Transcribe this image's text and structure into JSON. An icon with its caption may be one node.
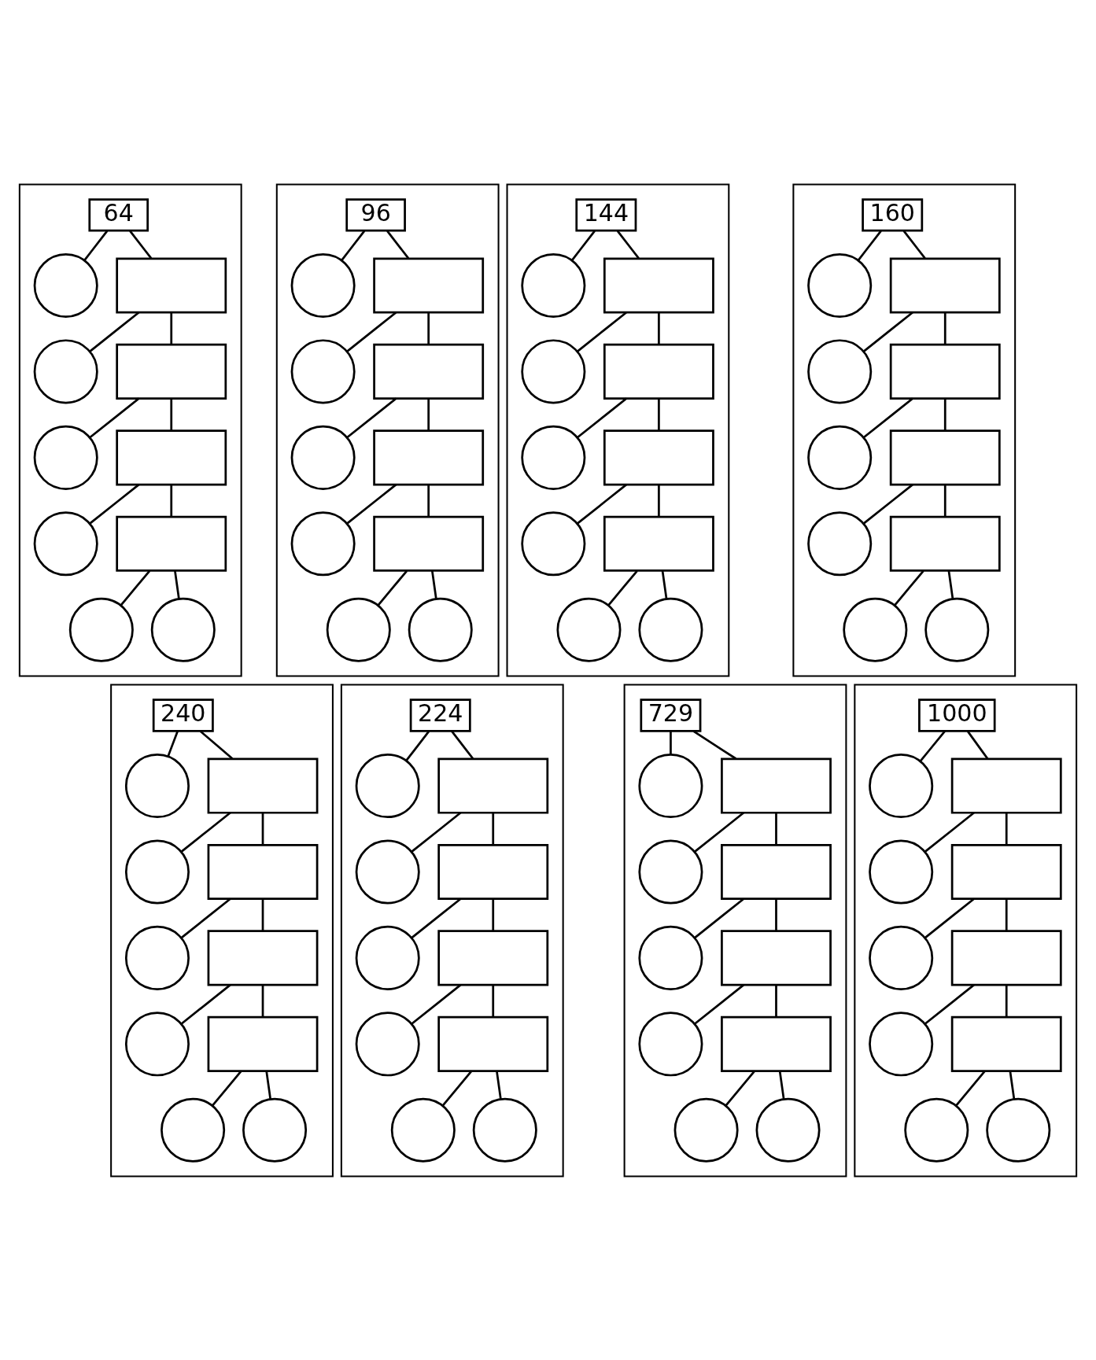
{
  "diagram": {
    "nodes": [
      {
        "text": [],
        "shape": "box"
      },
      {
        "text": [
          "64"
        ],
        "in": 0
      },
      {
        "text": [],
        "shape": "circle",
        "in": 0
      },
      {
        "text": [],
        "shape": "box",
        "in": 0
      },
      {
        "text": [],
        "shape": "circle",
        "in": 0
      },
      {
        "text": [],
        "shape": "box",
        "in": 0
      },
      {
        "text": [],
        "shape": "circle",
        "in": 0
      },
      {
        "text": [],
        "shape": "box",
        "in": 0
      },
      {
        "text": [],
        "shape": "circle",
        "in": 0
      },
      {
        "text": [],
        "shape": "box",
        "in": 0
      },
      {
        "text": [],
        "shape": "circle",
        "in": 0
      },
      {
        "text": [],
        "shape": "circle",
        "in": 0
      },
      {
        "text": [],
        "shape": "box"
      },
      {
        "text": [
          "96"
        ],
        "in": 12
      },
      {
        "text": [],
        "shape": "circle",
        "in": 12
      },
      {
        "text": [],
        "shape": "box",
        "in": 12
      },
      {
        "text": [],
        "shape": "circle",
        "in": 12
      },
      {
        "text": [],
        "shape": "box",
        "in": 12
      },
      {
        "text": [],
        "shape": "circle",
        "in": 12
      },
      {
        "text": [],
        "shape": "box",
        "in": 12
      },
      {
        "text": [],
        "shape": "circle",
        "in": 12
      },
      {
        "text": [],
        "shape": "box",
        "in": 12
      },
      {
        "text": [],
        "shape": "circle",
        "in": 12
      },
      {
        "text": [],
        "shape": "circle",
        "in": 12
      },
      {
        "text": [],
        "shape": "box"
      },
      {
        "text": [
          "144"
        ],
        "in": 24
      },
      {
        "text": [],
        "shape": "circle",
        "in": 24
      },
      {
        "text": [],
        "shape": "box",
        "in": 24
      },
      {
        "text": [],
        "shape": "circle",
        "in": 24
      },
      {
        "text": [],
        "shape": "box",
        "in": 24
      },
      {
        "text": [],
        "shape": "circle",
        "in": 24
      },
      {
        "text": [],
        "shape": "box",
        "in": 24
      },
      {
        "text": [],
        "shape": "circle",
        "in": 24
      },
      {
        "text": [],
        "shape": "box",
        "in": 24
      },
      {
        "text": [],
        "shape": "circle",
        "in": 24
      },
      {
        "text": [],
        "shape": "circle",
        "in": 24
      },
      {
        "text": [],
        "shape": "box"
      },
      {
        "text": [
          "160"
        ],
        "in": 36
      },
      {
        "text": [],
        "shape": "circle",
        "in": 36
      },
      {
        "text": [],
        "shape": "box",
        "in": 36
      },
      {
        "text": [],
        "shape": "circle",
        "in": 36
      },
      {
        "text": [],
        "shape": "box",
        "in": 36
      },
      {
        "text": [],
        "shape": "circle",
        "in": 36
      },
      {
        "text": [],
        "shape": "box",
        "in": 36
      },
      {
        "text": [],
        "shape": "circle",
        "in": 36
      },
      {
        "text": [],
        "shape": "box",
        "in": 36
      },
      {
        "text": [],
        "shape": "circle",
        "in": 36
      },
      {
        "text": [],
        "shape": "circle",
        "in": 36
      },
      {
        "text": [],
        "shape": "box"
      },
      {
        "text": [
          "240"
        ],
        "in": 48
      },
      {
        "text": [],
        "shape": "circle",
        "in": 48
      },
      {
        "text": [],
        "shape": "box",
        "in": 48
      },
      {
        "text": [],
        "shape": "circle",
        "in": 48
      },
      {
        "text": [],
        "shape": "box",
        "in": 48
      },
      {
        "text": [],
        "shape": "circle",
        "in": 48
      },
      {
        "text": [],
        "shape": "box",
        "in": 48
      },
      {
        "text": [],
        "shape": "circle",
        "in": 48
      },
      {
        "text": [],
        "shape": "box",
        "in": 48
      },
      {
        "text": [],
        "shape": "circle",
        "in": 48
      },
      {
        "text": [],
        "shape": "circle",
        "in": 48
      },
      {
        "text": [],
        "shape": "box"
      },
      {
        "text": [
          "224"
        ],
        "in": 60
      },
      {
        "text": [],
        "shape": "circle",
        "in": 60
      },
      {
        "text": [],
        "shape": "box",
        "in": 60
      },
      {
        "text": [],
        "shape": "circle",
        "in": 60
      },
      {
        "text": [],
        "shape": "box",
        "in": 60
      },
      {
        "text": [],
        "shape": "circle",
        "in": 60
      },
      {
        "text": [],
        "shape": "box",
        "in": 60
      },
      {
        "text": [],
        "shape": "circle",
        "in": 60
      },
      {
        "text": [],
        "shape": "box",
        "in": 60
      },
      {
        "text": [],
        "shape": "circle",
        "in": 60
      },
      {
        "text": [],
        "shape": "circle",
        "in": 60
      },
      {
        "text": [],
        "shape": "box"
      },
      {
        "text": [
          "729"
        ],
        "in": 72
      },
      {
        "text": [],
        "shape": "circle",
        "in": 72
      },
      {
        "text": [],
        "shape": "box",
        "in": 72
      },
      {
        "text": [],
        "shape": "circle",
        "in": 72
      },
      {
        "text": [],
        "shape": "box",
        "in": 72
      },
      {
        "text": [],
        "shape": "circle",
        "in": 72
      },
      {
        "text": [],
        "shape": "box",
        "in": 72
      },
      {
        "text": [],
        "shape": "circle",
        "in": 72
      },
      {
        "text": [],
        "shape": "box",
        "in": 72
      },
      {
        "text": [],
        "shape": "circle",
        "in": 72
      },
      {
        "text": [],
        "shape": "circle",
        "in": 72
      },
      {
        "text": [],
        "shape": "box"
      },
      {
        "text": [
          "1000"
        ],
        "in": 84
      },
      {
        "text": [],
        "shape": "circle",
        "in": 84
      },
      {
        "text": [],
        "shape": "box",
        "in": 84
      },
      {
        "text": [],
        "shape": "circle",
        "in": 84
      },
      {
        "text": [],
        "shape": "box",
        "in": 84
      },
      {
        "text": [],
        "shape": "circle",
        "in": 84
      },
      {
        "text": [],
        "shape": "box",
        "in": 84
      },
      {
        "text": [],
        "shape": "circle",
        "in": 84
      },
      {
        "text": [],
        "shape": "box",
        "in": 84
      },
      {
        "text": [],
        "shape": "circle",
        "in": 84
      },
      {
        "text": [],
        "shape": "circle",
        "in": 84
      }
    ],
    "edges": [
      {
        "from": 1,
        "to": 2,
        "arrow": "none"
      },
      {
        "from": 1,
        "to": 3,
        "arrow": "none"
      },
      {
        "from": 3,
        "to": 4,
        "arrow": "none"
      },
      {
        "from": 3,
        "to": 5,
        "arrow": "none"
      },
      {
        "from": 5,
        "to": 6,
        "arrow": "none"
      },
      {
        "from": 5,
        "to": 7,
        "arrow": "none"
      },
      {
        "from": 7,
        "to": 8,
        "arrow": "none"
      },
      {
        "from": 7,
        "to": 9,
        "arrow": "none"
      },
      {
        "from": 9,
        "to": 10,
        "arrow": "none"
      },
      {
        "from": 9,
        "to": 11,
        "arrow": "none"
      },
      {
        "from": 13,
        "to": 14,
        "arrow": "none"
      },
      {
        "from": 13,
        "to": 15,
        "arrow": "none"
      },
      {
        "from": 15,
        "to": 16,
        "arrow": "none"
      },
      {
        "from": 15,
        "to": 17,
        "arrow": "none"
      },
      {
        "from": 17,
        "to": 18,
        "arrow": "none"
      },
      {
        "from": 17,
        "to": 19,
        "arrow": "none"
      },
      {
        "from": 19,
        "to": 20,
        "arrow": "none"
      },
      {
        "from": 19,
        "to": 21,
        "arrow": "none"
      },
      {
        "from": 21,
        "to": 22,
        "arrow": "none"
      },
      {
        "from": 21,
        "to": 23,
        "arrow": "none"
      },
      {
        "from": 25,
        "to": 26,
        "arrow": "none"
      },
      {
        "from": 25,
        "to": 27,
        "arrow": "none"
      },
      {
        "from": 27,
        "to": 28,
        "arrow": "none"
      },
      {
        "from": 27,
        "to": 29,
        "arrow": "none"
      },
      {
        "from": 29,
        "to": 30,
        "arrow": "none"
      },
      {
        "from": 29,
        "to": 31,
        "arrow": "none"
      },
      {
        "from": 31,
        "to": 32,
        "arrow": "none"
      },
      {
        "from": 31,
        "to": 33,
        "arrow": "none"
      },
      {
        "from": 33,
        "to": 34,
        "arrow": "none"
      },
      {
        "from": 33,
        "to": 35,
        "arrow": "none"
      },
      {
        "from": 37,
        "to": 38,
        "arrow": "none"
      },
      {
        "from": 37,
        "to": 39,
        "arrow": "none"
      },
      {
        "from": 39,
        "to": 40,
        "arrow": "none"
      },
      {
        "from": 39,
        "to": 41,
        "arrow": "none"
      },
      {
        "from": 41,
        "to": 42,
        "arrow": "none"
      },
      {
        "from": 41,
        "to": 43,
        "arrow": "none"
      },
      {
        "from": 43,
        "to": 44,
        "arrow": "none"
      },
      {
        "from": 43,
        "to": 45,
        "arrow": "none"
      },
      {
        "from": 45,
        "to": 46,
        "arrow": "none"
      },
      {
        "from": 45,
        "to": 47,
        "arrow": "none"
      },
      {
        "from": 49,
        "to": 50,
        "arrow": "none"
      },
      {
        "from": 49,
        "to": 51,
        "arrow": "none"
      },
      {
        "from": 51,
        "to": 52,
        "arrow": "none"
      },
      {
        "from": 51,
        "to": 53,
        "arrow": "none"
      },
      {
        "from": 53,
        "to": 54,
        "arrow": "none"
      },
      {
        "from": 53,
        "to": 55,
        "arrow": "none"
      },
      {
        "from": 55,
        "to": 56,
        "arrow": "none"
      },
      {
        "from": 55,
        "to": 57,
        "arrow": "none"
      },
      {
        "from": 57,
        "to": 58,
        "arrow": "none"
      },
      {
        "from": 57,
        "to": 59,
        "arrow": "none"
      },
      {
        "from": 61,
        "to": 62,
        "arrow": "none"
      },
      {
        "from": 61,
        "to": 63,
        "arrow": "none"
      },
      {
        "from": 63,
        "to": 64,
        "arrow": "none"
      },
      {
        "from": 63,
        "to": 65,
        "arrow": "none"
      },
      {
        "from": 65,
        "to": 66,
        "arrow": "none"
      },
      {
        "from": 65,
        "to": 67,
        "arrow": "none"
      },
      {
        "from": 67,
        "to": 68,
        "arrow": "none"
      },
      {
        "from": 67,
        "to": 69,
        "arrow": "none"
      },
      {
        "from": 69,
        "to": 70,
        "arrow": "none"
      },
      {
        "from": 69,
        "to": 71,
        "arrow": "none"
      },
      {
        "from": 73,
        "to": 74,
        "arrow": "none"
      },
      {
        "from": 73,
        "to": 75,
        "arrow": "none"
      },
      {
        "from": 75,
        "to": 76,
        "arrow": "none"
      },
      {
        "from": 75,
        "to": 77,
        "arrow": "none"
      },
      {
        "from": 77,
        "to": 78,
        "arrow": "none"
      },
      {
        "from": 77,
        "to": 79,
        "arrow": "none"
      },
      {
        "from": 79,
        "to": 80,
        "arrow": "none"
      },
      {
        "from": 79,
        "to": 81,
        "arrow": "none"
      },
      {
        "from": 81,
        "to": 82,
        "arrow": "none"
      },
      {
        "from": 81,
        "to": 83,
        "arrow": "none"
      },
      {
        "from": 85,
        "to": 86,
        "arrow": "none"
      },
      {
        "from": 85,
        "to": 87,
        "arrow": "none"
      },
      {
        "from": 87,
        "to": 88,
        "arrow": "none"
      },
      {
        "from": 87,
        "to": 89,
        "arrow": "none"
      },
      {
        "from": 89,
        "to": 90,
        "arrow": "none"
      },
      {
        "from": 89,
        "to": 91,
        "arrow": "none"
      },
      {
        "from": 91,
        "to": 92,
        "arrow": "none"
      },
      {
        "from": 91,
        "to": 93,
        "arrow": "none"
      },
      {
        "from": 93,
        "to": 94,
        "arrow": "none"
      },
      {
        "from": 93,
        "to": 95,
        "arrow": "none"
      }
    ]
  }
}
